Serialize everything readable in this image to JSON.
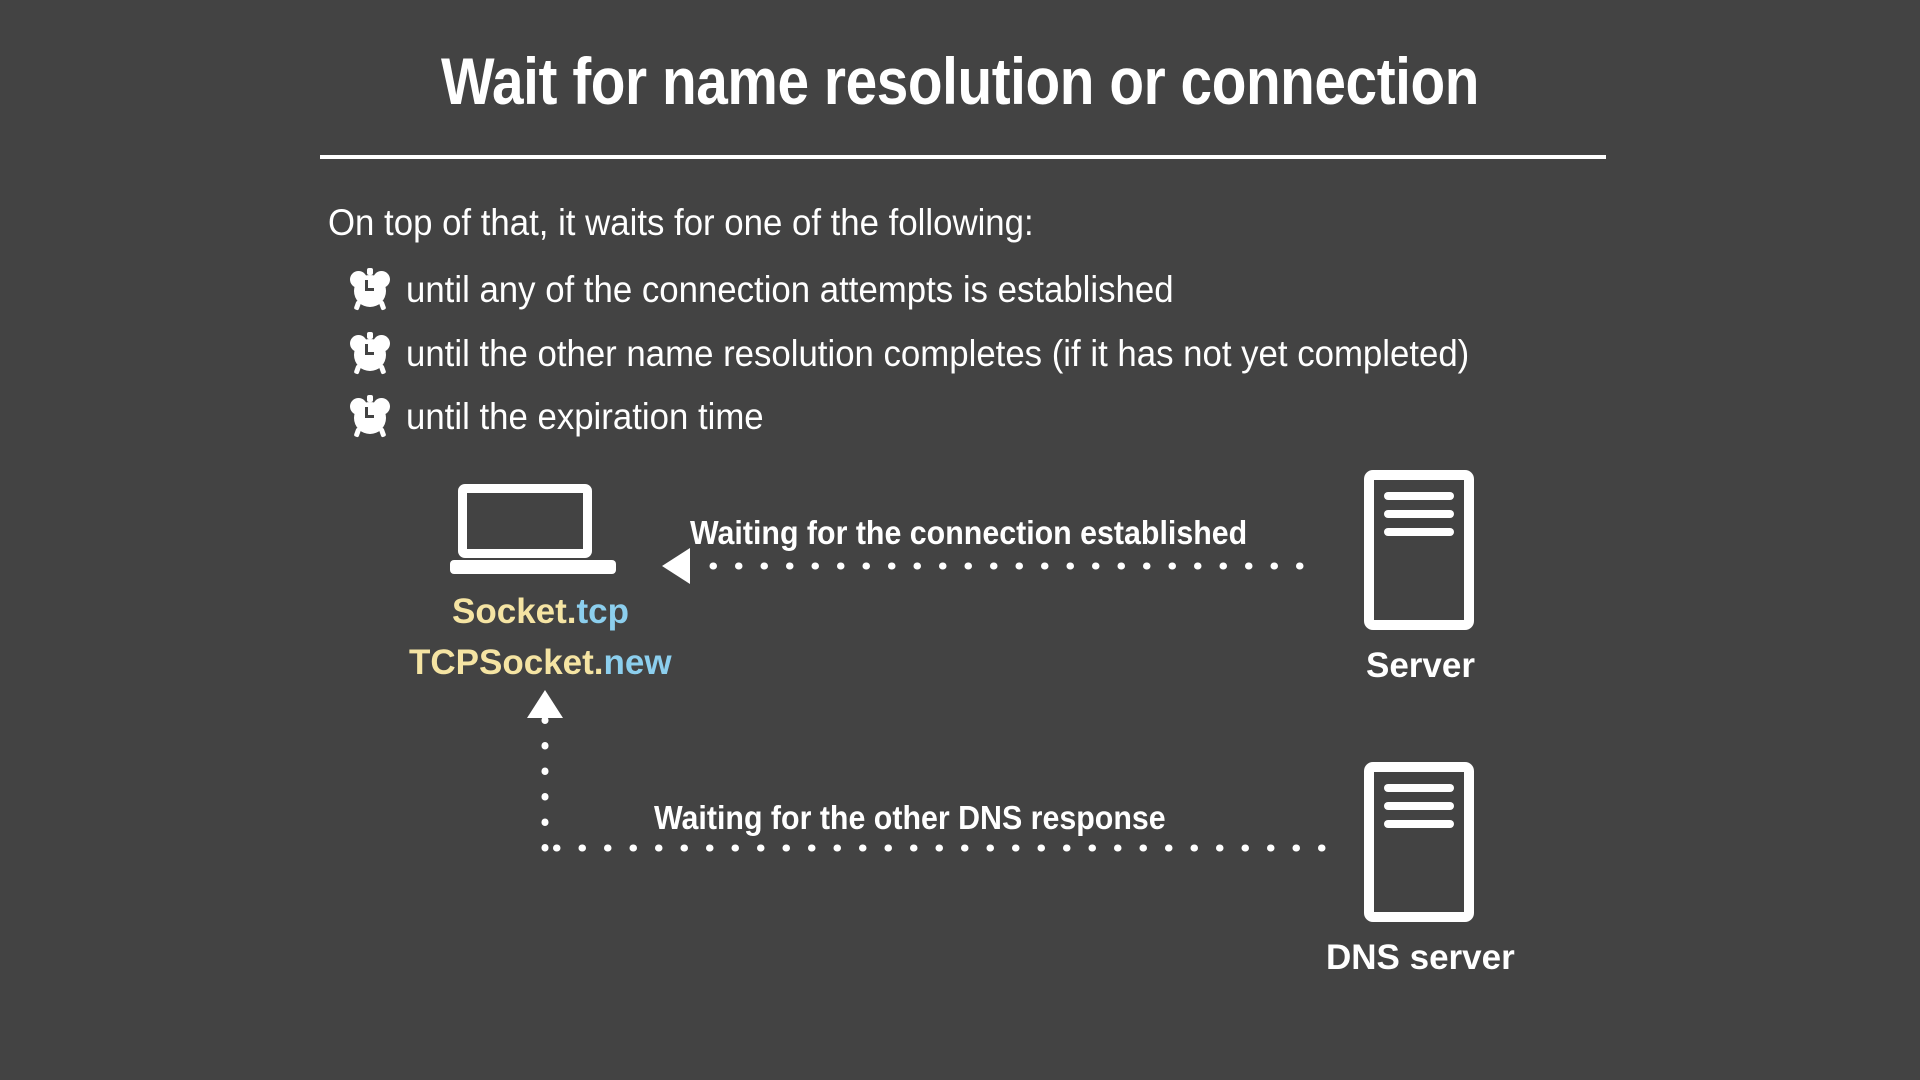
{
  "slide": {
    "background_color": "#434343",
    "title": "Wait for name resolution or connection",
    "lede": "On top of that, it waits for one of the following:",
    "bullets": [
      {
        "icon": "alarm-clock-icon",
        "text": "until any of the connection attempts is established"
      },
      {
        "icon": "alarm-clock-icon",
        "text": "until the other name resolution completes (if it has not yet completed)"
      },
      {
        "icon": "alarm-clock-icon",
        "text": "until the expiration time"
      }
    ]
  },
  "diagram": {
    "client": {
      "icon": "laptop-icon",
      "code_lines": [
        {
          "class_token": "Socket",
          "dot": ".",
          "method_token": "tcp"
        },
        {
          "class_token": "TCPSocket",
          "dot": ".",
          "method_token": "new"
        }
      ]
    },
    "nodes": [
      {
        "icon": "server-icon",
        "caption": "Server"
      },
      {
        "icon": "server-icon",
        "caption": "DNS server"
      }
    ],
    "flows": [
      {
        "label": "Waiting for the connection established",
        "direction": "right-to-left",
        "arrowhead": "triangle-left"
      },
      {
        "label": "Waiting for the other DNS response",
        "direction": "right-then-up",
        "arrowhead": "triangle-up"
      }
    ],
    "colors": {
      "text": "#ffffff",
      "code_class": "#f5e4a3",
      "code_method": "#8ccfee",
      "background": "#434343"
    }
  }
}
